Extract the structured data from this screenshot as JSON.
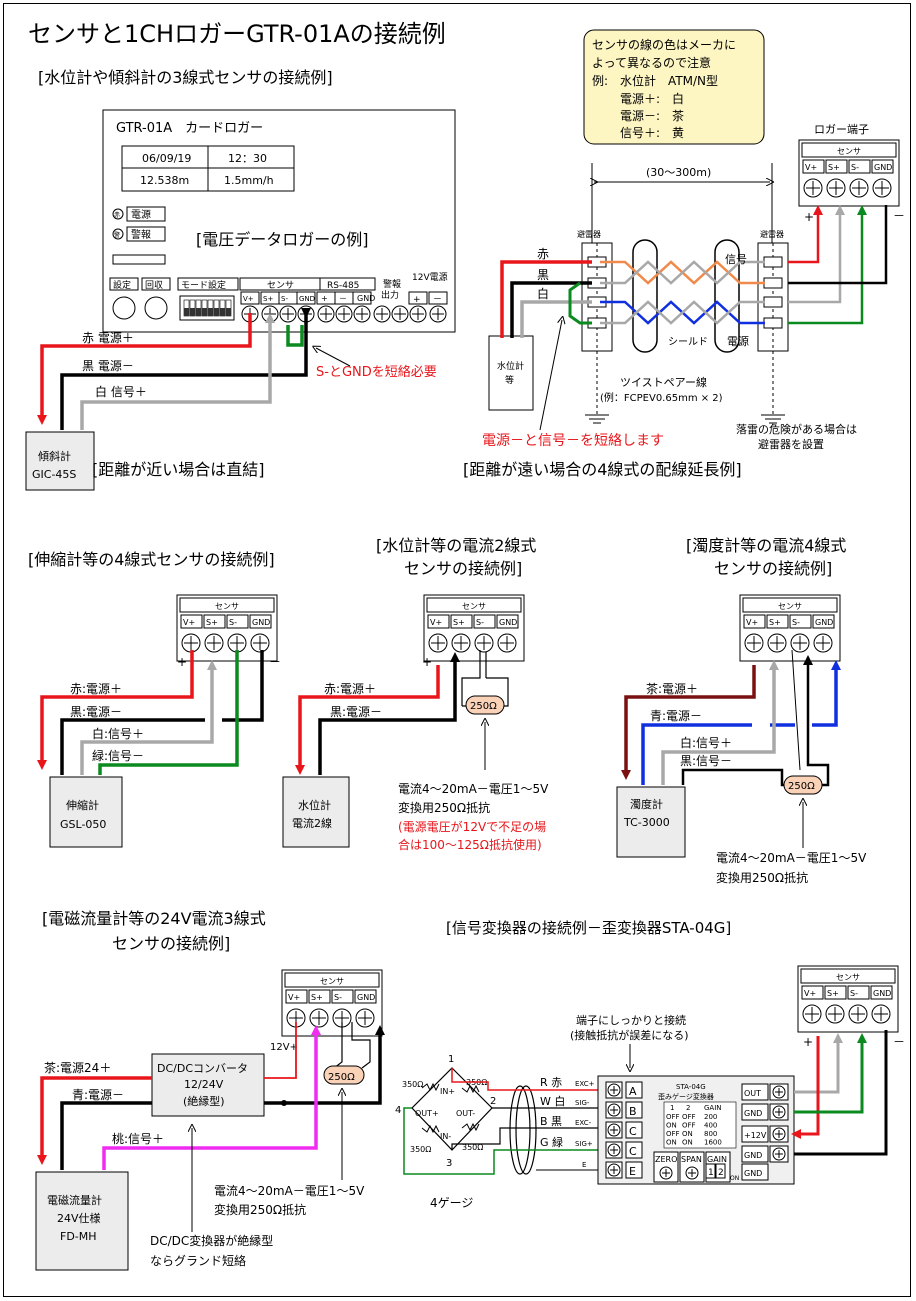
{
  "page": {
    "title": "センサと1CHロガーGTR-01Aの接続例"
  },
  "colors": {
    "red": "#e8161b",
    "black": "#000000",
    "gray": "#a8a8a8",
    "green": "#0a8a1f",
    "blue": "#1030e0",
    "brown": "#7a1010",
    "magenta": "#ef2cf0",
    "orange": "#f08a4a",
    "note_bg": "#fdf6c3",
    "resistor_bg": "#f9d2b8",
    "box_bg": "#ececec"
  },
  "terminal_labels": [
    "V+",
    "S+",
    "S-",
    "GND"
  ],
  "terminal_block_title": "センサ",
  "plus_sign": "+",
  "minus_sign": "－",
  "sec1": {
    "heading": "[水位計や傾斜計の3線式センサの接続例]",
    "logger_title": "GTR-01A　カードロガー",
    "lcd": [
      "06/09/19",
      "12：30",
      "12.538m",
      "1.5mm/h"
    ],
    "icon_power": "赤",
    "icon_alarm": "警",
    "label_power": "電源",
    "label_alarm": "警報",
    "example_label": "[電圧データロガーの例]",
    "btn_set": "設定",
    "btn_collect": "回収",
    "mode_label": "モード設定",
    "sensor_label": "センサ",
    "rs485_label": "RS-485",
    "rs485_terms": [
      "+",
      "－",
      "GND"
    ],
    "alarm_out": [
      "警報",
      "出力"
    ],
    "v12_label": "12V電源",
    "v12_terms": [
      "+",
      "－"
    ],
    "wire_red": "赤 電源＋",
    "wire_black": "黒 電源－",
    "wire_white": "白 信号＋",
    "short_note": "S-とGNDを短絡必要",
    "sensor_name": [
      "傾斜計",
      "GIC-45S"
    ],
    "direct_note": "[距離が近い場合は直結]"
  },
  "sec2": {
    "note": [
      "センサの線の色はメーカに",
      "よって異なるので注意",
      "例:　水位計　ATM/N型",
      "電源＋:　白",
      "電源－:　茶",
      "信号＋:　黄"
    ],
    "logger_terminal": "ロガー端子",
    "distance": "(30～300m)",
    "arrester": "避雷器",
    "c_red": "赤",
    "c_black": "黒",
    "c_white": "白",
    "signal": "信号",
    "power": "電源",
    "shield": "シールド",
    "sensor_name": [
      "水位計",
      "等"
    ],
    "twisted": "ツイストペアー線",
    "twisted_example": "(例：FCPEV0.65mm × 2)",
    "short_note": "電源－と信号－を短絡します",
    "lightning": [
      "落雷の危険がある場合は",
      "避雷器を設置"
    ],
    "heading": "[距離が遠い場合の4線式の配線延長例]"
  },
  "sec3": {
    "heading": "[伸縮計等の4線式センサの接続例]",
    "wire_red": "赤:電源＋",
    "wire_black": "黒:電源－",
    "wire_white": "白:信号＋",
    "wire_green": "緑:信号－",
    "sensor_name": [
      "伸縮計",
      "GSL-050"
    ]
  },
  "sec4": {
    "heading": [
      "[水位計等の電流2線式",
      "センサの接続例]"
    ],
    "resistor": "250Ω",
    "wire_red": "赤:電源＋",
    "wire_black": "黒:電源－",
    "sensor_name": [
      "水位計",
      "電流2線"
    ],
    "note": [
      "電流4～20mA－電圧1～5V",
      "変換用250Ω抵抗"
    ],
    "note_red": [
      "(電源電圧が12Vで不足の場",
      "合は100～125Ω抵抗使用)"
    ]
  },
  "sec5": {
    "heading": [
      "[濁度計等の電流4線式",
      "センサの接続例]"
    ],
    "wire_brown": "茶:電源＋",
    "wire_blue": "青:電源－",
    "wire_white": "白:信号＋",
    "wire_black": "黒:信号－",
    "resistor": "250Ω",
    "sensor_name": [
      "濁度計",
      "TC-3000"
    ],
    "note": [
      "電流4～20mA－電圧1～5V",
      "変換用250Ω抵抗"
    ]
  },
  "sec6": {
    "heading": [
      "[電磁流量計等の24V電流3線式",
      "センサの接続例]"
    ],
    "v12": "12V+",
    "dcdc": [
      "DC/DCコンバータ",
      "12/24V",
      "(絶縁型)"
    ],
    "resistor": "250Ω",
    "wire_brown": "茶:電源24＋",
    "wire_blue": "青:電源－",
    "wire_pink": "桃:信号＋",
    "note": [
      "電流4～20mA－電圧1～5V",
      "変換用250Ω抵抗"
    ],
    "sensor_name": [
      "電磁流量計",
      "24V仕様",
      "FD-MH"
    ],
    "dcdc_note": [
      "DC/DC変換器が絶縁型",
      "ならグランド短絡"
    ]
  },
  "sec7": {
    "heading": "[信号変換器の接続例－歪変換器STA-04G]",
    "contact_note": [
      "端子にしっかりと接続",
      "(接触抵抗が誤差になる)"
    ],
    "r350": "350Ω",
    "nodes": [
      "1",
      "2",
      "3",
      "4"
    ],
    "bridge_labels": [
      "IN+",
      "IN-",
      "OUT+",
      "OUT-"
    ],
    "wires": [
      "R 赤",
      "W 白",
      "B 黒",
      "G 緑"
    ],
    "pins": [
      "EXC+",
      "SIG-",
      "EXC-",
      "SIG+",
      "E"
    ],
    "abc": [
      "A",
      "B",
      "C",
      "C",
      "E"
    ],
    "converter_title": [
      "STA-04G",
      "歪みゲージ変換器"
    ],
    "gain_header": [
      "1",
      "2",
      "GAIN"
    ],
    "gain_rows": [
      [
        "OFF",
        "OFF",
        "200"
      ],
      [
        "ON",
        "OFF",
        "400"
      ],
      [
        "OFF",
        "ON",
        "800"
      ],
      [
        "ON",
        "ON",
        "1600"
      ]
    ],
    "right_terms": [
      "OUT",
      "GND",
      "+12V",
      "GND",
      "GND"
    ],
    "zero_span_gain": [
      "ZERO",
      "SPAN",
      "GAIN"
    ],
    "gain_switch": [
      "1",
      "2"
    ],
    "gain_on": "ON",
    "gauge4": "4ゲージ"
  }
}
